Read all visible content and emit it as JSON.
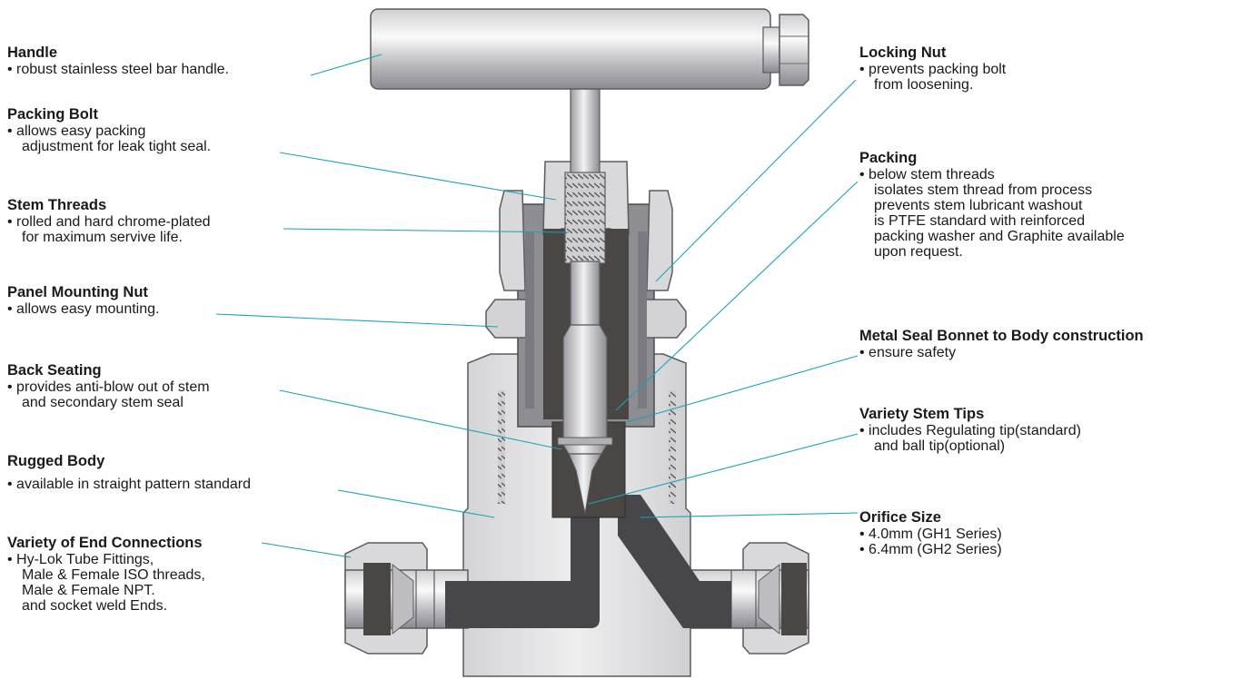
{
  "colors": {
    "leader": "#1aa3b8",
    "body_fill": "#e4e4e6",
    "body_stroke": "#5a5a60",
    "bonnet_fill": "#8d8d92",
    "dark_part": "#4a4644",
    "stem_fill": "#c9c9cd",
    "flow_path": "#46464b"
  },
  "callouts": {
    "handle": {
      "title": "Handle",
      "lines": [
        "robust stainless steel bar handle."
      ]
    },
    "packing_bolt": {
      "title": "Packing Bolt",
      "lines": [
        "allows easy packing",
        "adjustment for leak tight seal."
      ]
    },
    "stem_threads": {
      "title": "Stem Threads",
      "lines": [
        "rolled and hard chrome-plated",
        "for maximum servive life."
      ]
    },
    "panel_nut": {
      "title": "Panel Mounting Nut",
      "lines": [
        "allows easy mounting."
      ]
    },
    "back_seating": {
      "title": "Back Seating",
      "lines": [
        "provides anti-blow out of stem",
        "and secondary stem seal"
      ]
    },
    "rugged_body": {
      "title": "Rugged Body",
      "lines": [
        "available in straight pattern standard"
      ]
    },
    "end_connections": {
      "title": "Variety of End Connections",
      "lines": [
        "Hy-Lok Tube Fittings,",
        "Male & Female ISO threads,",
        "Male & Female NPT.",
        "and socket weld Ends."
      ]
    },
    "locking_nut": {
      "title": "Locking Nut",
      "lines": [
        "prevents packing bolt",
        "from loosening."
      ]
    },
    "packing": {
      "title": "Packing",
      "lines": [
        "below stem threads",
        "isolates stem thread from process",
        "prevents stem lubricant washout",
        "is PTFE standard with reinforced",
        "packing washer and Graphite available",
        "upon request."
      ]
    },
    "metal_seal": {
      "title": "Metal Seal Bonnet to Body construction",
      "lines": [
        "ensure safety"
      ]
    },
    "stem_tips": {
      "title": "Variety Stem Tips",
      "lines": [
        "includes Regulating tip(standard)",
        "and ball tip(optional)"
      ]
    },
    "orifice": {
      "title": "Orifice Size",
      "lines": [
        "4.0mm (GH1 Series)",
        "6.4mm (GH2 Series)"
      ]
    }
  }
}
